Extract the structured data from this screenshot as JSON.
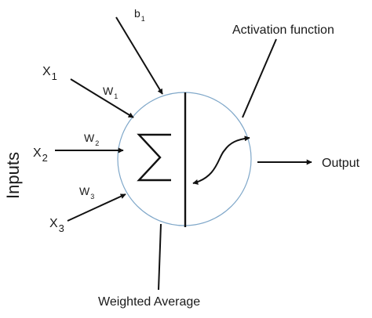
{
  "diagram": {
    "inputs_label": "Inputs",
    "activation_label": "Activation function",
    "output_label": "Output",
    "weighted_average_label": "Weighted Average",
    "bias": {
      "base": "b",
      "sub": "1"
    },
    "inputs": [
      {
        "base": "X",
        "sub": "1"
      },
      {
        "base": "X",
        "sub": "2"
      },
      {
        "base": "X",
        "sub": "3"
      }
    ],
    "weights": [
      {
        "base": "W",
        "sub": "1"
      },
      {
        "base": "W",
        "sub": "2"
      },
      {
        "base": "W",
        "sub": "3"
      }
    ],
    "colors": {
      "circle_stroke": "#7fa7c9",
      "line": "#111111",
      "text": "#1a1a1a"
    }
  }
}
